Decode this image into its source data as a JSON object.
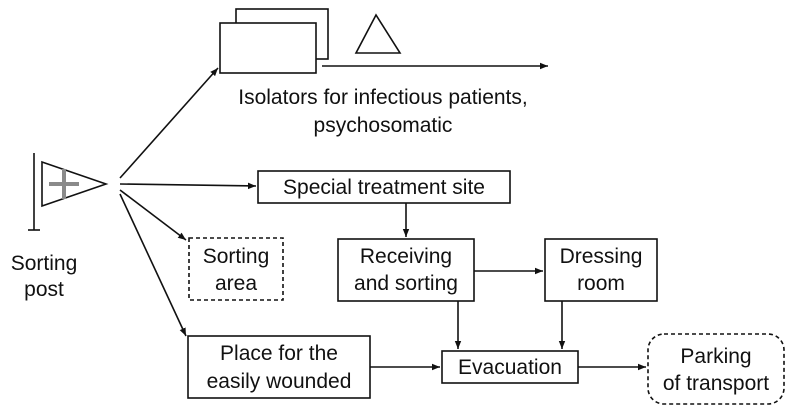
{
  "nodes": {
    "sorting_post": [
      "Sorting",
      "post"
    ],
    "isolators": [
      "Isolators for infectious patients,",
      "psychosomatic"
    ],
    "special_treatment": [
      "Special treatment site"
    ],
    "sorting_area": [
      "Sorting",
      "area"
    ],
    "receiving": [
      "Receiving",
      "and sorting"
    ],
    "dressing": [
      "Dressing",
      "room"
    ],
    "easily_wounded": [
      "Place for the",
      "easily wounded"
    ],
    "evacuation": [
      "Evacuation"
    ],
    "parking": [
      "Parking",
      "of transport"
    ]
  },
  "colors": {
    "line": "#111111",
    "cross": "#8a8a8a"
  }
}
